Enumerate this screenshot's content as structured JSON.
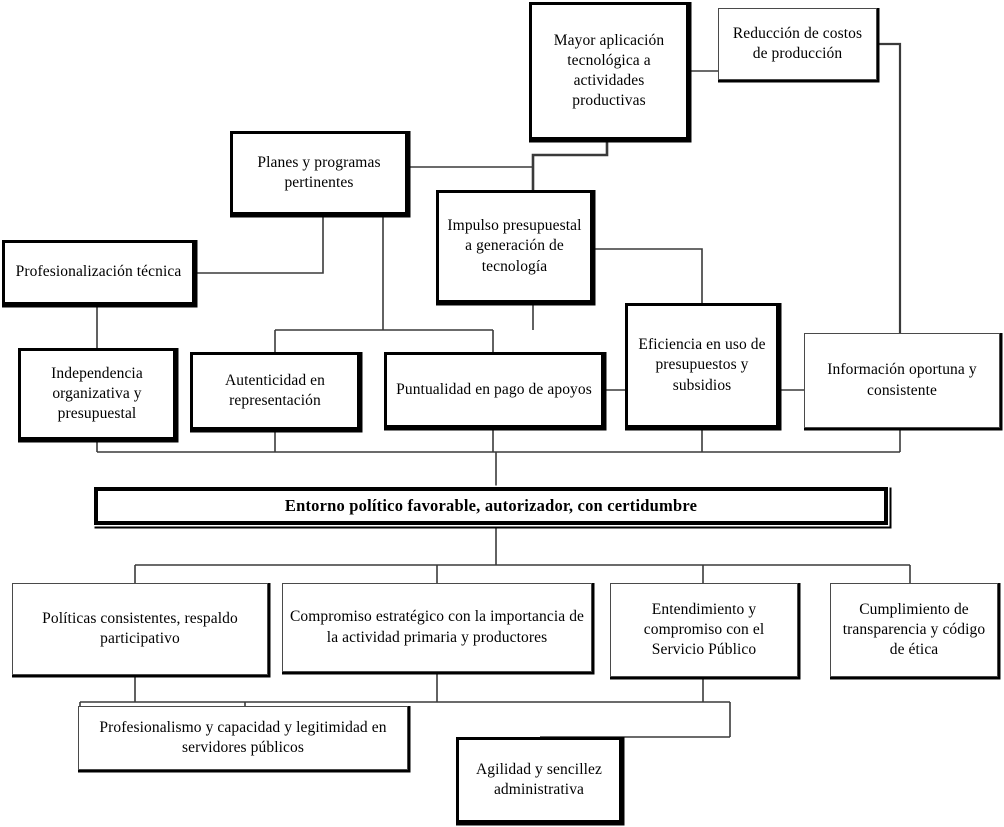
{
  "diagram": {
    "title": "Entorno político favorable, autorizador, con certidumbre",
    "language": "es",
    "nodes": [
      {
        "id": "mayor-aplicacion",
        "label": "Mayor aplicación tecnológica a actividades productivas"
      },
      {
        "id": "reduccion-costos",
        "label": "Reducción de costos de producción"
      },
      {
        "id": "planes-programas",
        "label": "Planes y programas pertinentes"
      },
      {
        "id": "impulso-presupuestal",
        "label": "Impulso presupuestal a generación de tecnología"
      },
      {
        "id": "profesionalizacion",
        "label": "Profesionalización técnica"
      },
      {
        "id": "independencia",
        "label": "Independencia organizativa y presupuestal"
      },
      {
        "id": "autenticidad",
        "label": "Autenticidad en representación"
      },
      {
        "id": "puntualidad",
        "label": "Puntualidad en pago de apoyos"
      },
      {
        "id": "eficiencia",
        "label": "Eficiencia en uso de presupuestos y subsidios"
      },
      {
        "id": "informacion",
        "label": "Información oportuna y consistente"
      },
      {
        "id": "politicas",
        "label": "Políticas consistentes, respaldo participativo"
      },
      {
        "id": "compromiso",
        "label": "Compromiso estratégico con la importancia de la actividad primaria y productores"
      },
      {
        "id": "entendimiento",
        "label": "Entendimiento y compromiso con el Servicio Público"
      },
      {
        "id": "cumplimiento",
        "label": "Cumplimiento de transparencia y código de ética"
      },
      {
        "id": "profesionalismo",
        "label": "Profesionalismo y capacidad y legitimidad en servidores públicos"
      },
      {
        "id": "agilidad",
        "label": "Agilidad y sencillez administrativa"
      }
    ],
    "center_banner": "Entorno político favorable, autorizador, con certidumbre",
    "colors": {
      "stroke": "#000000",
      "box_border": "#4a4a4a",
      "background": "#ffffff",
      "text": "#000000"
    }
  }
}
